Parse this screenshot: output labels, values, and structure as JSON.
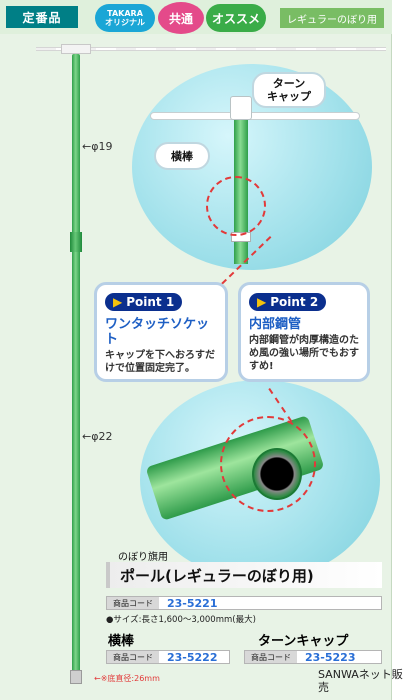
{
  "header": {
    "regular_badge": "定番品",
    "takara_badge_line1": "TAKARA",
    "takara_badge_line2": "オリジナル",
    "kyou_badge": "共通",
    "osusume_badge": "オススメ",
    "category_badge": "レギュラーのぼり用"
  },
  "diagram": {
    "diameter_top": "←φ19",
    "diameter_bottom": "←φ22",
    "callout_turn_line1": "ターン",
    "callout_turn_line2": "キャップ",
    "callout_yoko": "横棒"
  },
  "points": [
    {
      "badge": "Point 1",
      "title": "ワンタッチソケット",
      "desc": "キャップを下へおろすだけで位置固定完了。"
    },
    {
      "badge": "Point 2",
      "title": "内部鋼管",
      "desc": "内部鋼管が肉厚構造のため風の強い場所でもおすすめ!"
    }
  ],
  "product": {
    "category": "のぼり旗用",
    "title": "ポール(レギュラーのぼり用)",
    "code_label": "商品コード",
    "code": "23-5221",
    "size_note": "●サイズ:長さ1,600〜3,000mm(最大)",
    "yoko_name": "横棒",
    "yoko_code": "23-5222",
    "turn_name": "ターンキャップ",
    "turn_code": "23-5223",
    "base_note": "←※底直径:26mm"
  },
  "footer": {
    "seller_line1": "SANWAネット販",
    "seller_line2": "売"
  },
  "colors": {
    "accent_blue": "#1e5fc4",
    "badge_navy": "#0b2f8e",
    "code_blue": "#2a6fd6",
    "dash_red": "#e23a3a"
  }
}
